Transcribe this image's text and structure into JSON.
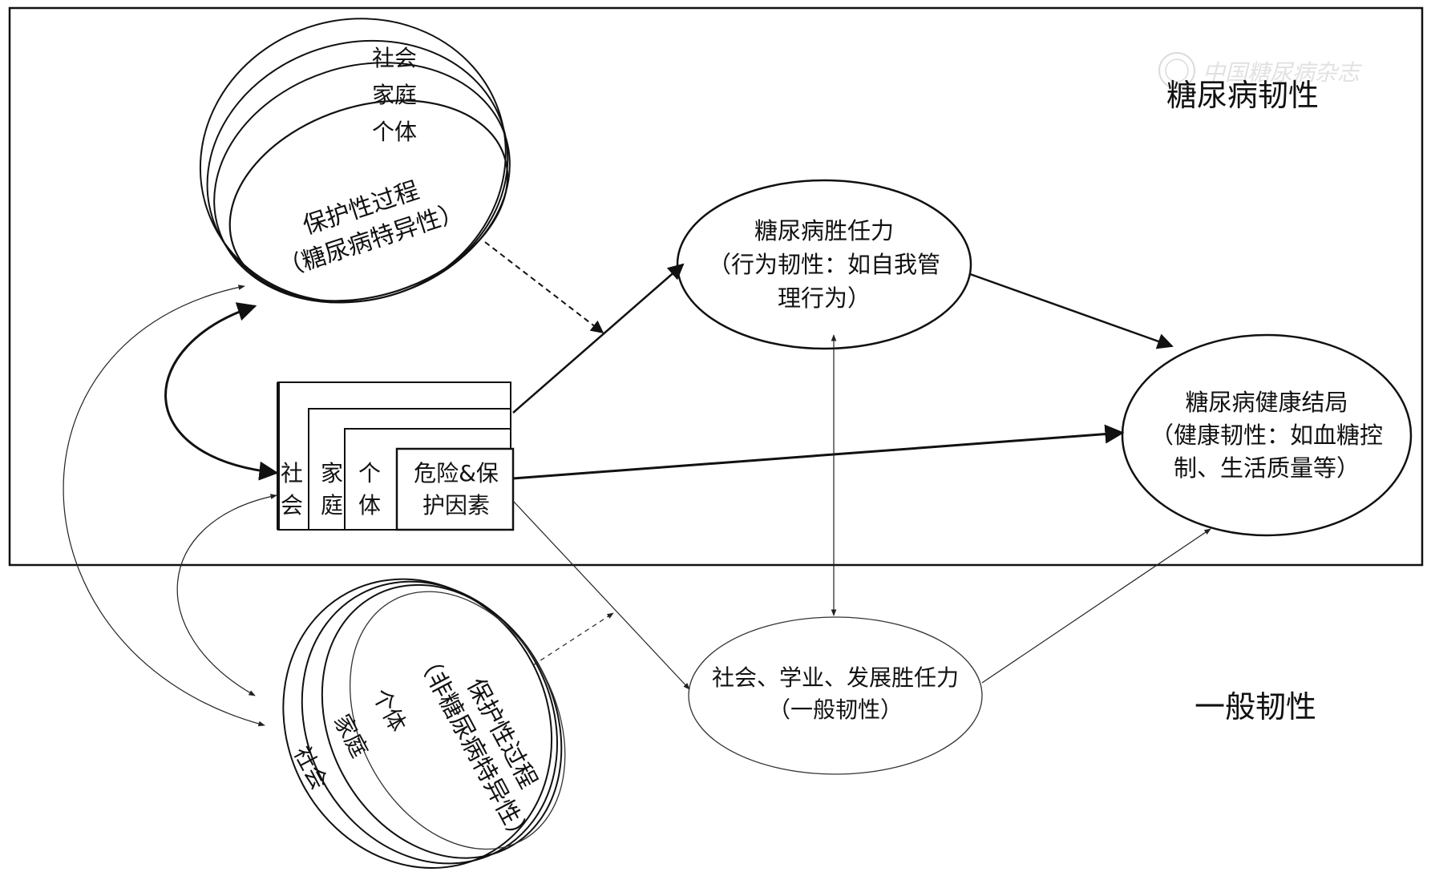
{
  "regions": {
    "diabetes_resilience": "糖尿病韧性",
    "general_resilience": "一般韧性"
  },
  "watermark": "中国糖尿病杂志",
  "protective_specific": {
    "layers": [
      "社会",
      "家庭",
      "个体"
    ],
    "title": "保护性过程",
    "subtitle": "（糖尿病特异性）"
  },
  "factors": {
    "layers": [
      "社会",
      "家庭",
      "个体"
    ],
    "core": [
      "危险&保",
      "护因素"
    ]
  },
  "competence": {
    "title": "糖尿病胜任力",
    "line2": "（行为韧性：如自我管",
    "line3": "理行为）"
  },
  "outcome": {
    "title": "糖尿病健康结局",
    "line2": "（健康韧性：如血糖控",
    "line3": "制、生活质量等）"
  },
  "general_competence": {
    "title": "社会、学业、发展胜任力",
    "subtitle": "（一般韧性）"
  },
  "protective_nonspecific": {
    "layers": [
      "社会",
      "家庭",
      "个体"
    ],
    "title": "保护性过程",
    "subtitle": "（非糖尿病特异性）"
  }
}
